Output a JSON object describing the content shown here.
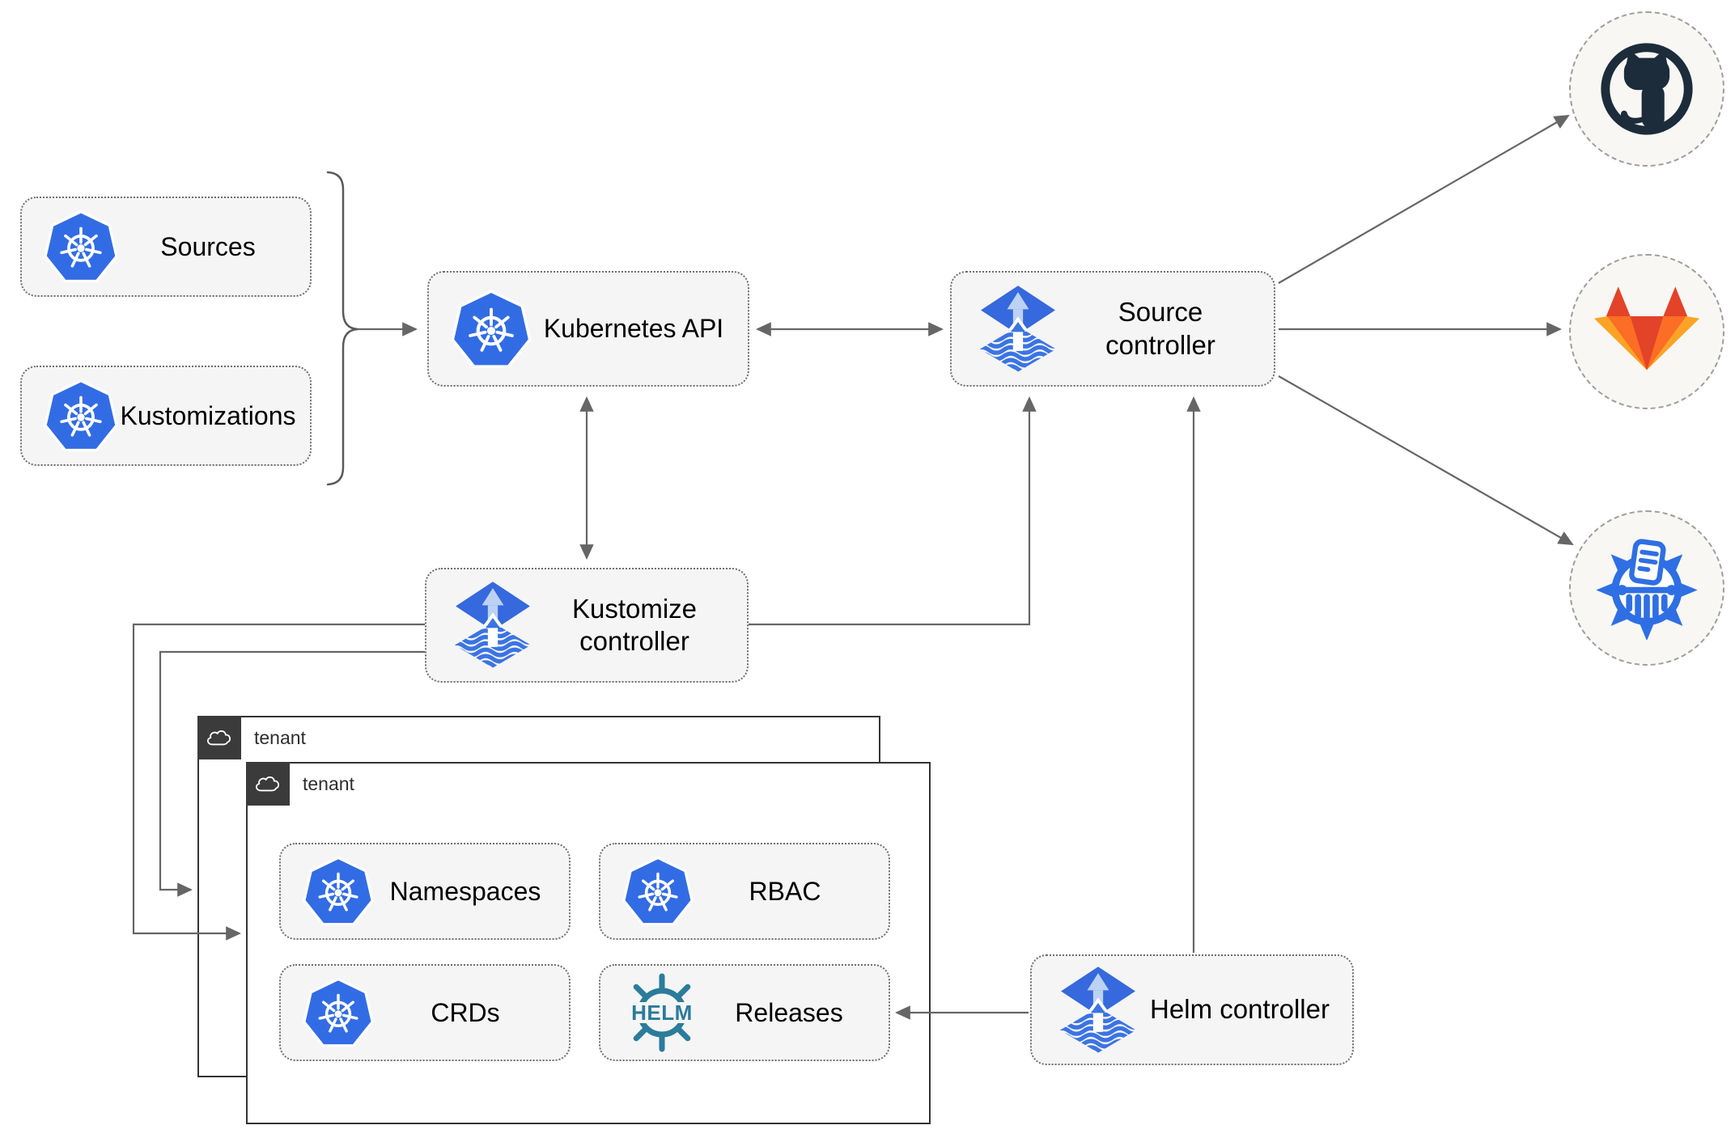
{
  "nodes": {
    "sources": {
      "label": "Sources",
      "icon": "kubernetes-icon"
    },
    "kustomizations": {
      "label": "Kustomizations",
      "icon": "kubernetes-icon"
    },
    "kubernetes_api": {
      "label": "Kubernetes API",
      "icon": "kubernetes-icon"
    },
    "source_controller": {
      "label": "Source controller",
      "icon": "flux-icon"
    },
    "kustomize_controller": {
      "label": "Kustomize controller",
      "icon": "flux-icon"
    },
    "helm_controller": {
      "label": "Helm controller",
      "icon": "flux-icon"
    },
    "tenant_back": {
      "label": "tenant",
      "icon": "cloud-icon"
    },
    "tenant_front": {
      "label": "tenant",
      "icon": "cloud-icon"
    },
    "namespaces": {
      "label": "Namespaces",
      "icon": "kubernetes-icon"
    },
    "rbac": {
      "label": "RBAC",
      "icon": "kubernetes-icon"
    },
    "crds": {
      "label": "CRDs",
      "icon": "kubernetes-icon"
    },
    "releases": {
      "label": "Releases",
      "icon": "helm-icon"
    }
  },
  "endpoints": {
    "github": {
      "icon": "github-icon"
    },
    "gitlab": {
      "icon": "gitlab-icon"
    },
    "manifests": {
      "icon": "kustomize-shredder-icon"
    }
  },
  "icons": {
    "helm_text": "HELM"
  },
  "colors": {
    "kubernetes_blue": "#326ce5",
    "flux_blue": "#3569dd",
    "flux_light_arrow": "#bdd1f3",
    "helm_teal": "#2b7c9b",
    "github_dark": "#1d2c3a",
    "gitlab_red_orange": "#e24329",
    "gitlab_orange": "#fc6d26",
    "gitlab_light_orange": "#fca326",
    "node_fill": "#f5f5f5",
    "node_border": "#6e6e6e",
    "connector_gray": "#666666",
    "tenant_border": "#333333",
    "tenant_tag_bg": "#3b3b3b"
  }
}
